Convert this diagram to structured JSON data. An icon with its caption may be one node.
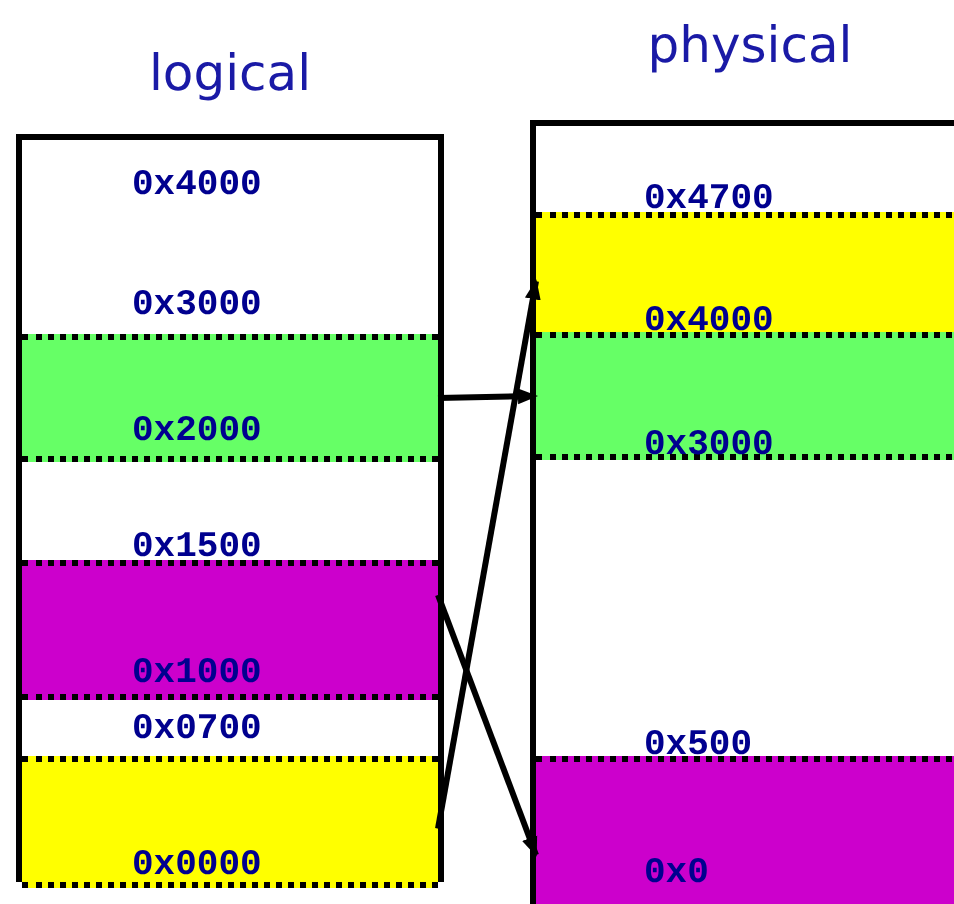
{
  "diagram": {
    "nodes": [
      {
        "text": [
          "logical"
        ]
      },
      {
        "text": [
          "0x2000"
        ],
        "in": 0
      },
      {
        "text": [
          "0x1000"
        ],
        "in": 0
      },
      {
        "text": [
          "0x0000"
        ],
        "in": 0
      },
      {
        "text": [
          "physical"
        ]
      },
      {
        "text": [
          "0x4000"
        ],
        "in": 4
      },
      {
        "text": [
          "0x3000"
        ],
        "in": 4
      },
      {
        "text": [
          "0x0"
        ],
        "in": 4
      }
    ],
    "edges": [
      {
        "from": 1,
        "to": 6,
        "arrow": "to"
      },
      {
        "from": 3,
        "to": 5,
        "arrow": "to"
      },
      {
        "from": 2,
        "to": 7,
        "arrow": "to"
      }
    ],
    "labels": [
      "0x4000",
      "0x3000",
      "0x1500",
      "0x0700",
      "0x4700",
      "0x500"
    ]
  }
}
